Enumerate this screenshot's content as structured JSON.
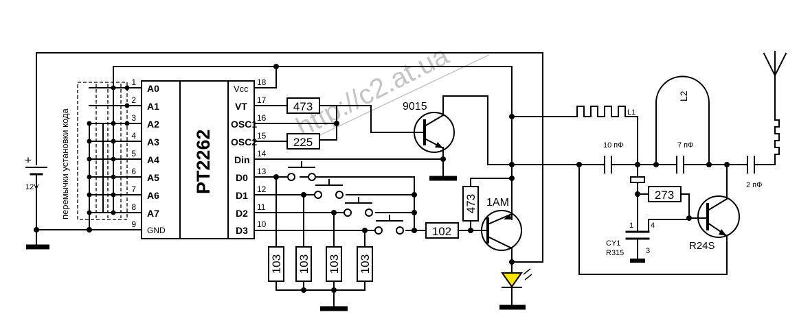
{
  "watermark": "http://c2.at.ua",
  "ic": {
    "name": "PT2262",
    "left_pins": [
      {
        "num": "1",
        "label": "A0"
      },
      {
        "num": "2",
        "label": "A1"
      },
      {
        "num": "3",
        "label": "A2"
      },
      {
        "num": "4",
        "label": "A3"
      },
      {
        "num": "5",
        "label": "A4"
      },
      {
        "num": "6",
        "label": "A5"
      },
      {
        "num": "7",
        "label": "A6"
      },
      {
        "num": "8",
        "label": "A7"
      },
      {
        "num": "9",
        "label": "GND"
      }
    ],
    "right_pins": [
      {
        "num": "18",
        "label": "Vcc"
      },
      {
        "num": "17",
        "label": "VT"
      },
      {
        "num": "16",
        "label": "OSC1"
      },
      {
        "num": "15",
        "label": "OSC2"
      },
      {
        "num": "14",
        "label": "Din"
      },
      {
        "num": "13",
        "label": "D0"
      },
      {
        "num": "12",
        "label": "D1"
      },
      {
        "num": "11",
        "label": "D2"
      },
      {
        "num": "10",
        "label": "D3"
      }
    ]
  },
  "jumper_label": "перемычки установки кода",
  "battery": {
    "plus": "+",
    "voltage": "12V"
  },
  "resistors": {
    "r_vt": "473",
    "r_osc": "225",
    "r_base": "102",
    "r_led": "473",
    "r_pd": [
      "103",
      "103",
      "103",
      "103"
    ],
    "r_rf": "273"
  },
  "transistors": {
    "t1": "9015",
    "t2": "1AM",
    "t3": "R24S"
  },
  "inductors": {
    "l1": "L1",
    "l2": "L2"
  },
  "capacitors": {
    "c1": "10 пФ",
    "c2": "7 пФ",
    "c3": "2 пФ"
  },
  "resonator": {
    "name": "CY1",
    "part": "R315",
    "pin1": "1",
    "pin3": "3",
    "pin4": "4"
  }
}
